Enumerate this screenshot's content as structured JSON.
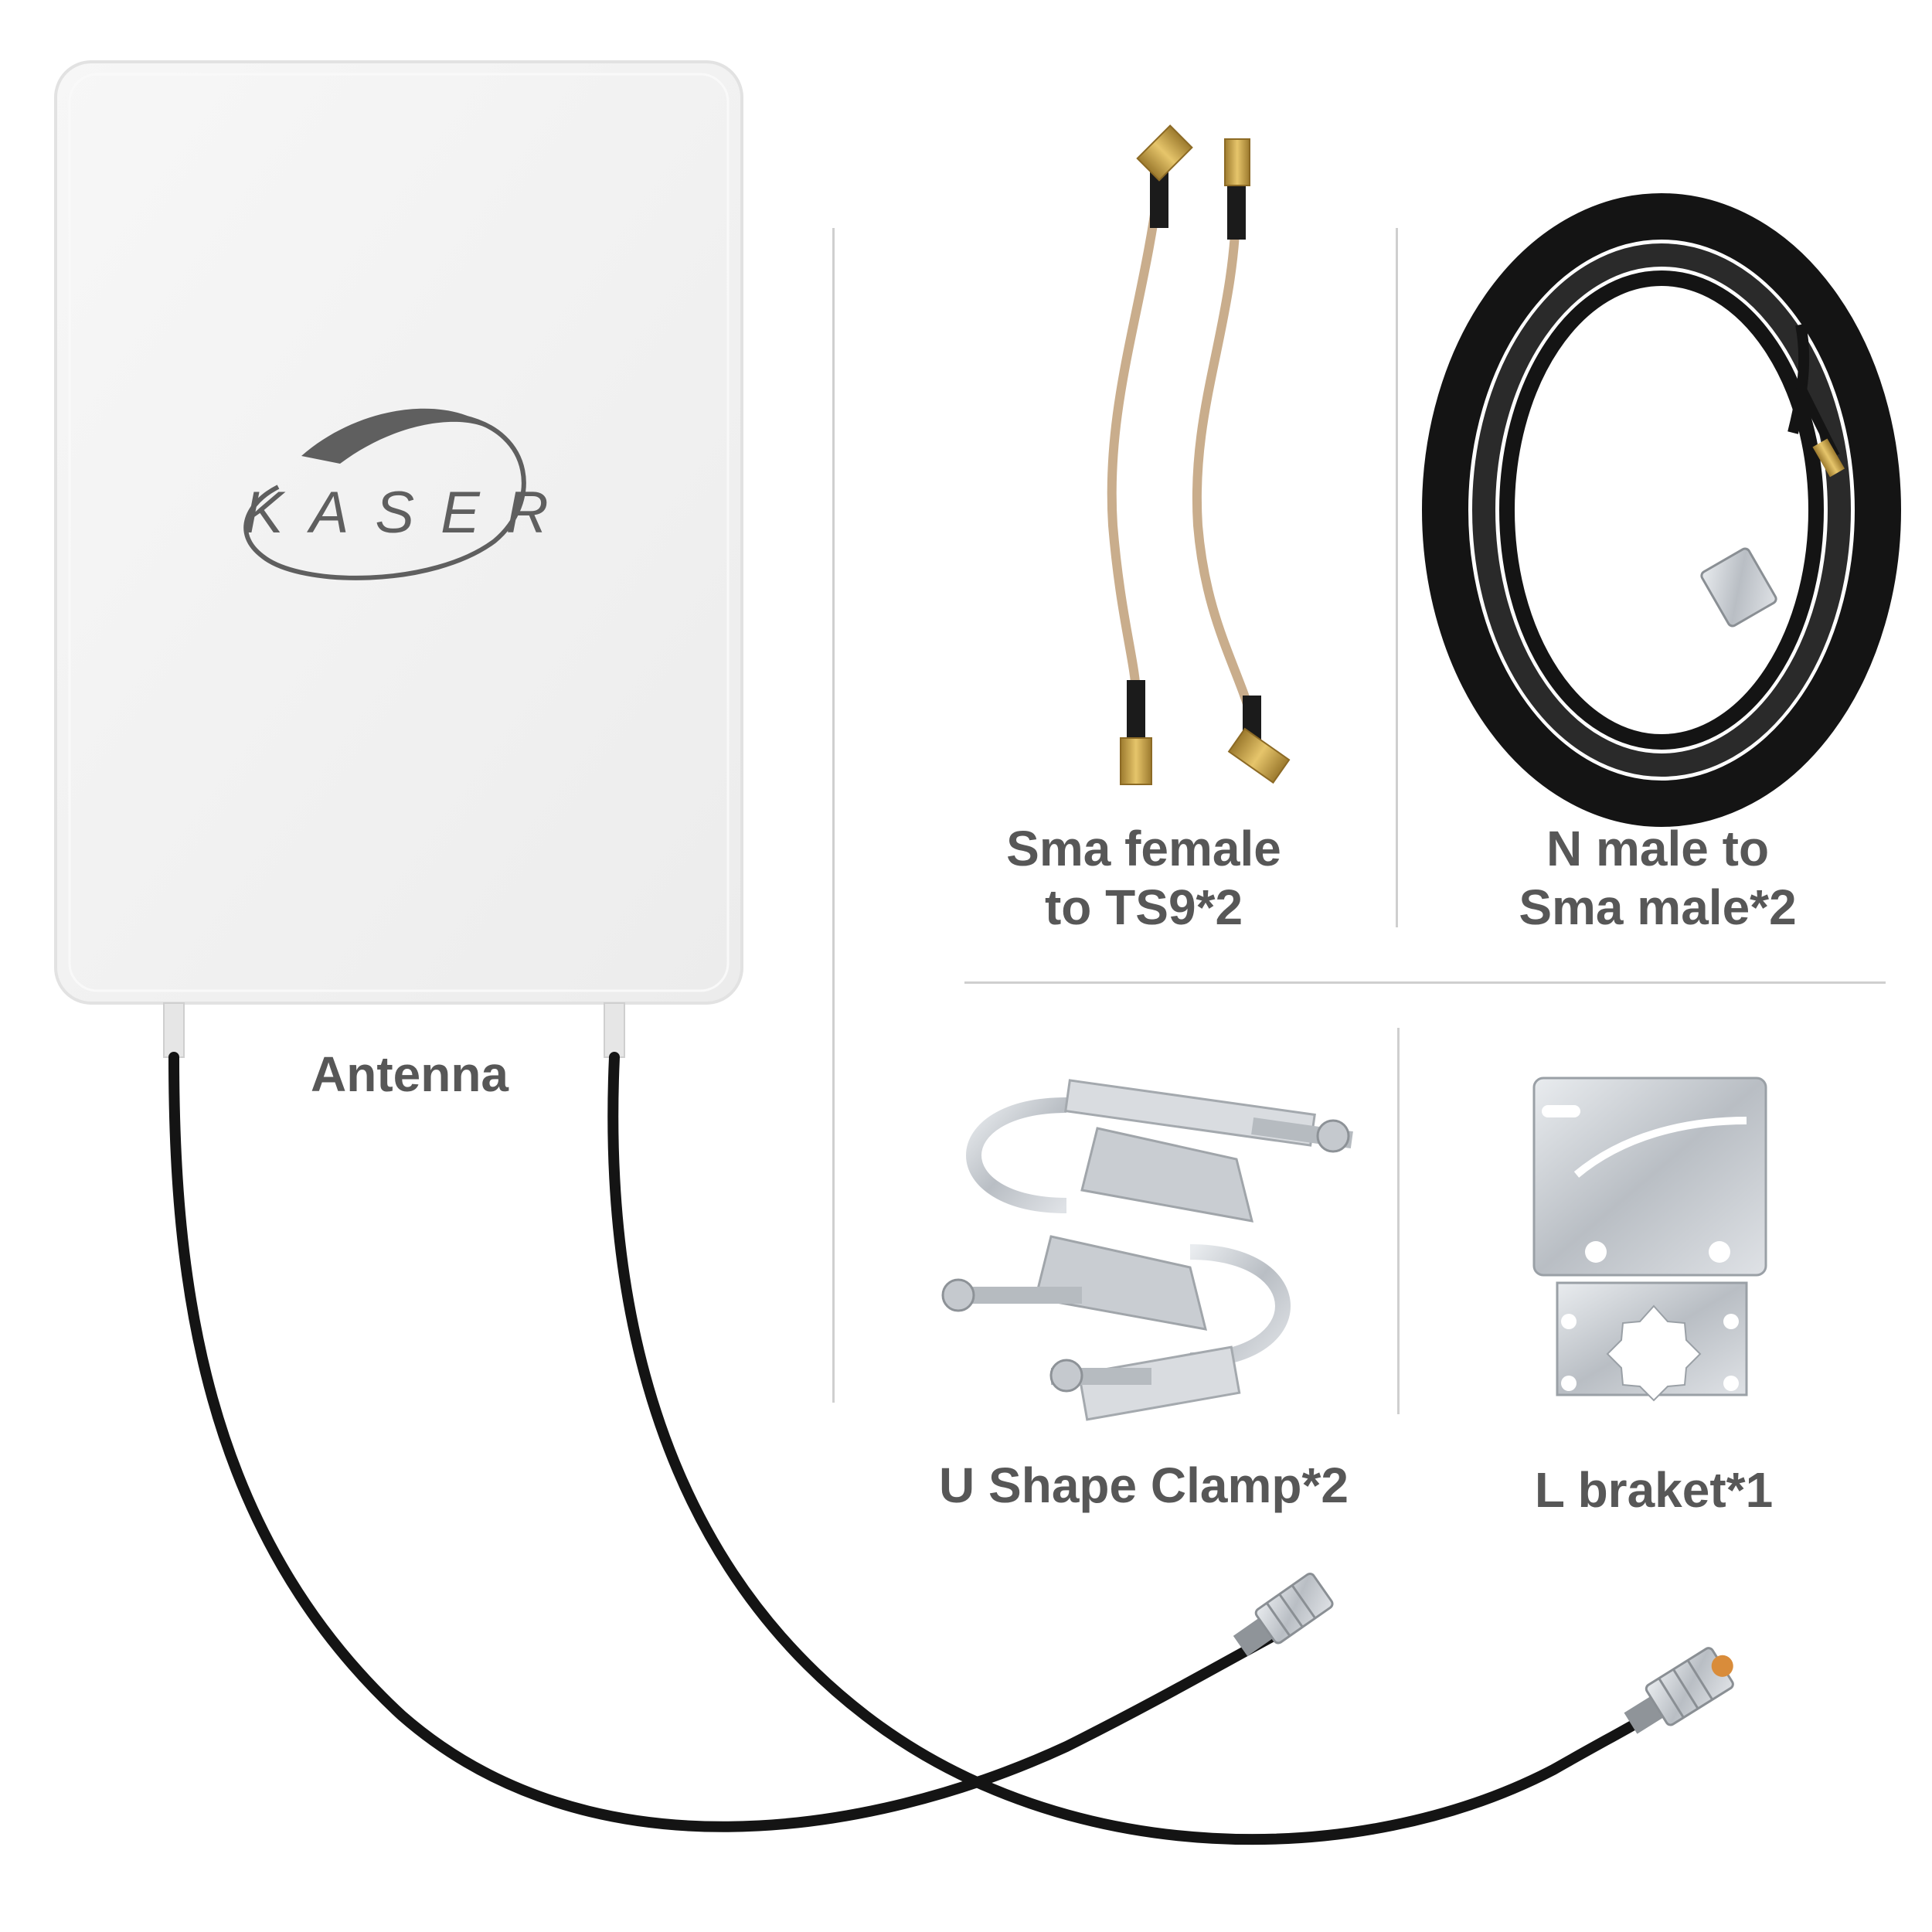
{
  "brand": {
    "logo_text": "KASER"
  },
  "labels": {
    "antenna": "Antenna",
    "sma_cable_line1": "Sma female",
    "sma_cable_line2": "to TS9*2",
    "n_cable_line1": "N male to",
    "n_cable_line2": "Sma male*2",
    "u_clamp": "U Shape Clamp*2",
    "l_bracket": "L braket*1"
  },
  "colors": {
    "text": "#575757",
    "divider": "#cfcfcf",
    "panel": "#f4f4f4",
    "cable": "#141414",
    "copper_cable": "#c9ad8c",
    "gold": "#c8a04a",
    "metal": "#bfc3c8"
  }
}
